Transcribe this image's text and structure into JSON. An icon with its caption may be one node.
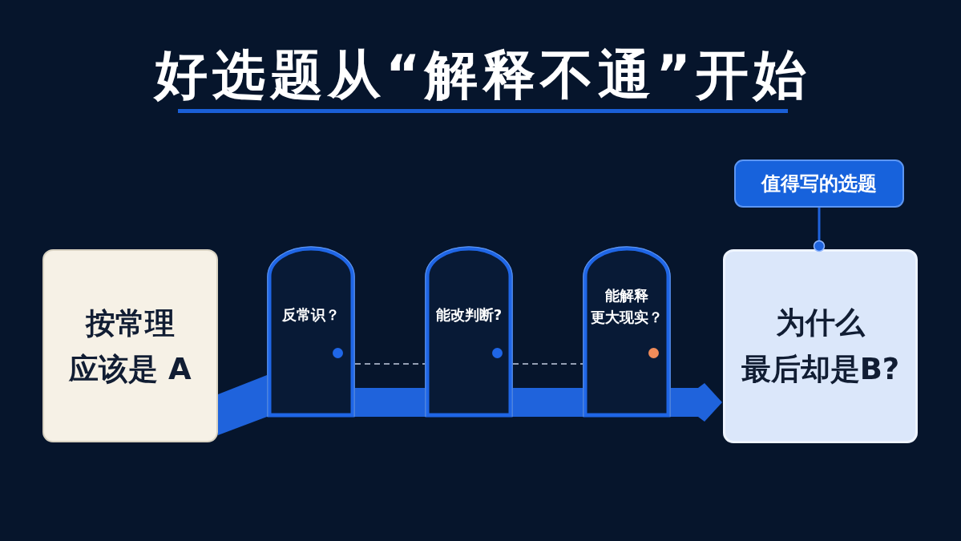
{
  "diagram": {
    "title": "好选题从“解释不通”开始",
    "nodes": [
      {
        "text": [
          "按常理应该是 A"
        ]
      },
      {
        "text": [
          "反常识？"
        ]
      },
      {
        "text": [
          "能改判断?"
        ]
      },
      {
        "text": [
          "能解释更大现实？"
        ]
      },
      {
        "text": [
          "为什么最后却是B?"
        ]
      },
      {
        "text": [
          "值得写的选题"
        ]
      }
    ],
    "edges": [
      {
        "from": 0,
        "to": 1,
        "arrow": "none",
        "style": "thick"
      },
      {
        "from": 1,
        "to": 2,
        "arrow": "none",
        "style": "thick"
      },
      {
        "from": 2,
        "to": 3,
        "arrow": "none",
        "style": "thick"
      },
      {
        "from": 3,
        "to": 4,
        "arrow": "to",
        "style": "thick"
      },
      {
        "from": 1,
        "to": 2,
        "arrow": "none",
        "style": "dashed",
        "color": "#c3cde0"
      },
      {
        "from": 2,
        "to": 3,
        "arrow": "none",
        "style": "dashed",
        "color": "#c3cde0"
      },
      {
        "from": 5,
        "to": 4,
        "arrow": "other"
      }
    ]
  }
}
